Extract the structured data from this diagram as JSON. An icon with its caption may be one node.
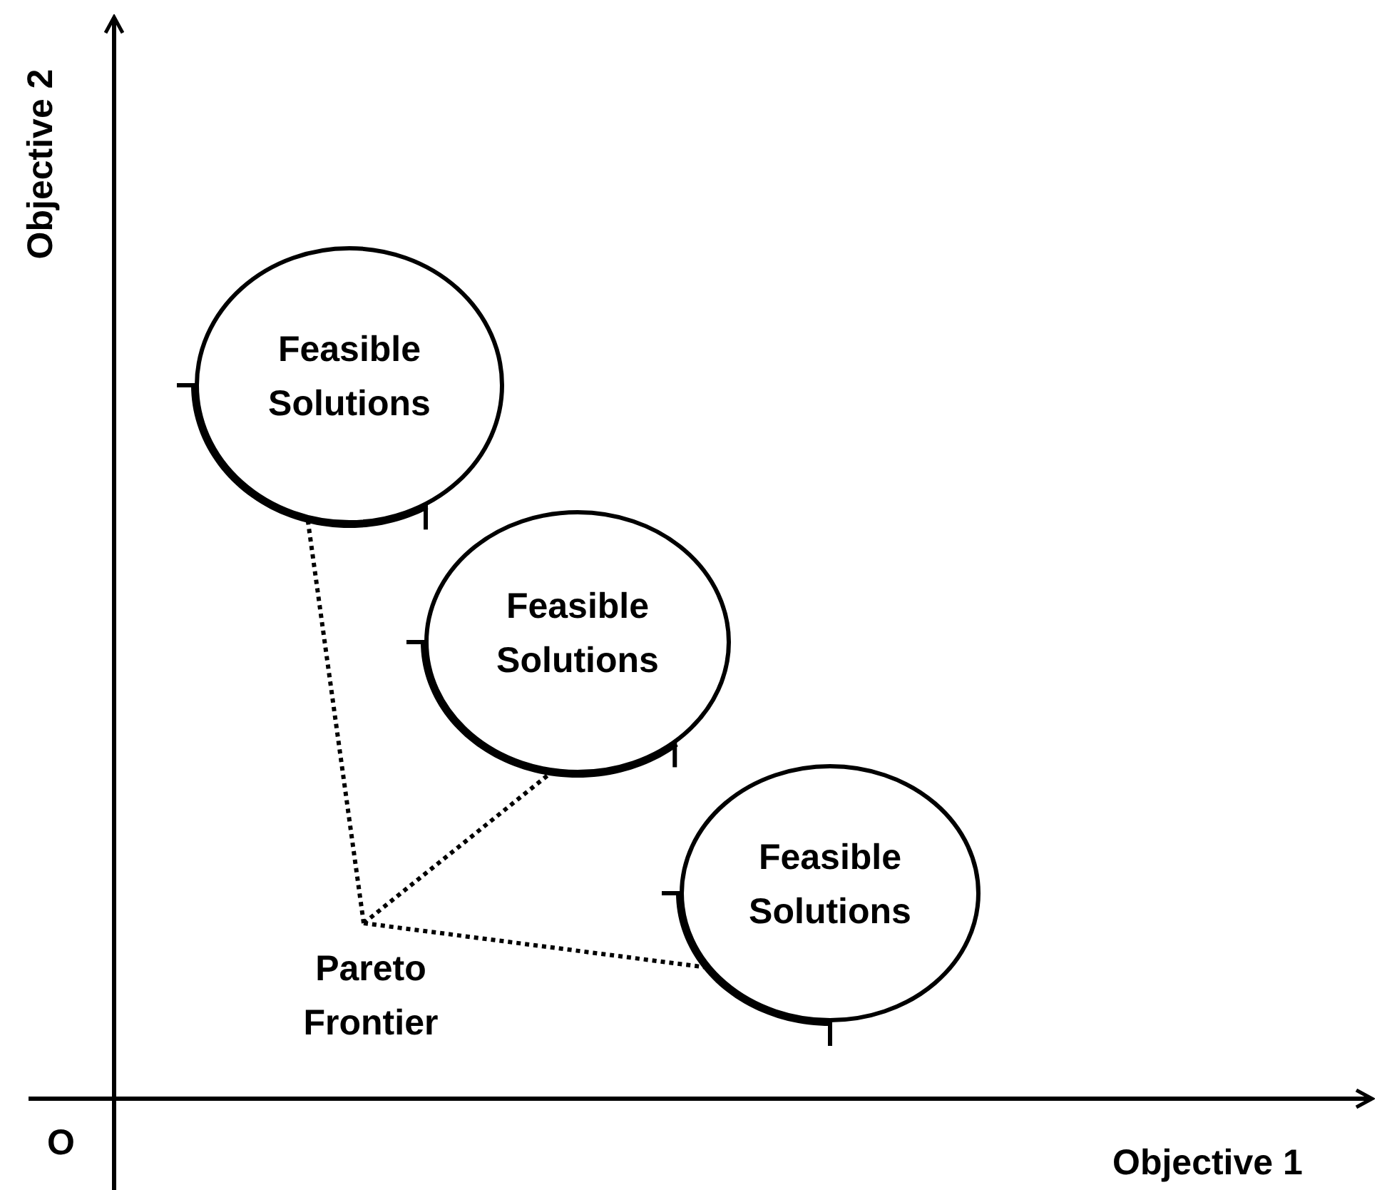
{
  "diagram": {
    "nodes": [
      {
        "text": [
          "Feasible Solutions"
        ]
      },
      {
        "text": [
          "Feasible Solutions"
        ]
      },
      {
        "text": [
          "Feasible Solutions"
        ]
      },
      {
        "text": [
          "Pareto Frontier"
        ]
      }
    ],
    "edges": [
      {
        "from": 3,
        "to": 0,
        "arrow": "none",
        "style": "dashed"
      },
      {
        "from": 3,
        "to": 1,
        "arrow": "none",
        "style": "dashed"
      },
      {
        "from": 3,
        "to": 2,
        "arrow": "none",
        "style": "dashed"
      }
    ],
    "labels": [
      "Objective 2",
      "O",
      "Objective 1"
    ]
  }
}
